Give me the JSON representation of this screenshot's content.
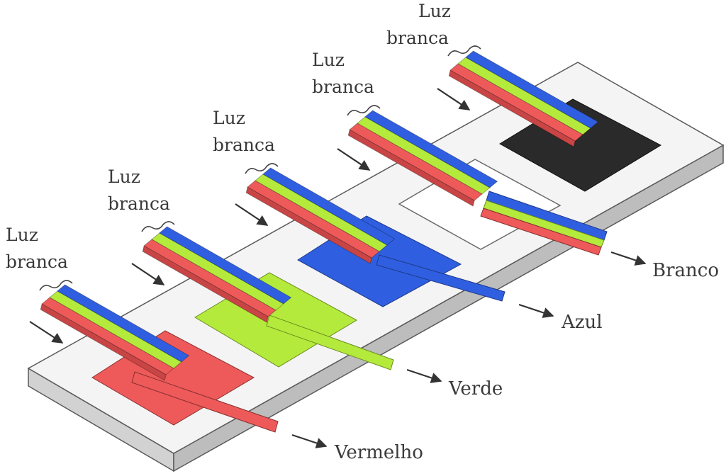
{
  "colors": {
    "board_top": "#f4f4f4",
    "board_side": "#c9c9c9",
    "outline": "#5a5a5a",
    "red": "#ee5a5a",
    "green": "#b4ea3c",
    "blue": "#2f5fe0",
    "black": "#2a2a2a",
    "white": "#ffffff",
    "arrow": "#333333"
  },
  "input_label": {
    "line1": "Luz",
    "line2": "branca"
  },
  "stations": [
    {
      "surface": "red",
      "output_label": "Vermelho",
      "surface_color": "#ee5a5a",
      "reflected_color": "#ee5a5a"
    },
    {
      "surface": "green",
      "output_label": "Verde",
      "surface_color": "#b4ea3c",
      "reflected_color": "#b4ea3c"
    },
    {
      "surface": "blue",
      "output_label": "Azul",
      "surface_color": "#2f5fe0",
      "reflected_color": "#2f5fe0"
    },
    {
      "surface": "white",
      "output_label": "Branco",
      "surface_color": "#ffffff",
      "reflected_color": "rgb"
    },
    {
      "surface": "black",
      "output_label": "",
      "surface_color": "#2a2a2a",
      "reflected_color": "none"
    }
  ]
}
